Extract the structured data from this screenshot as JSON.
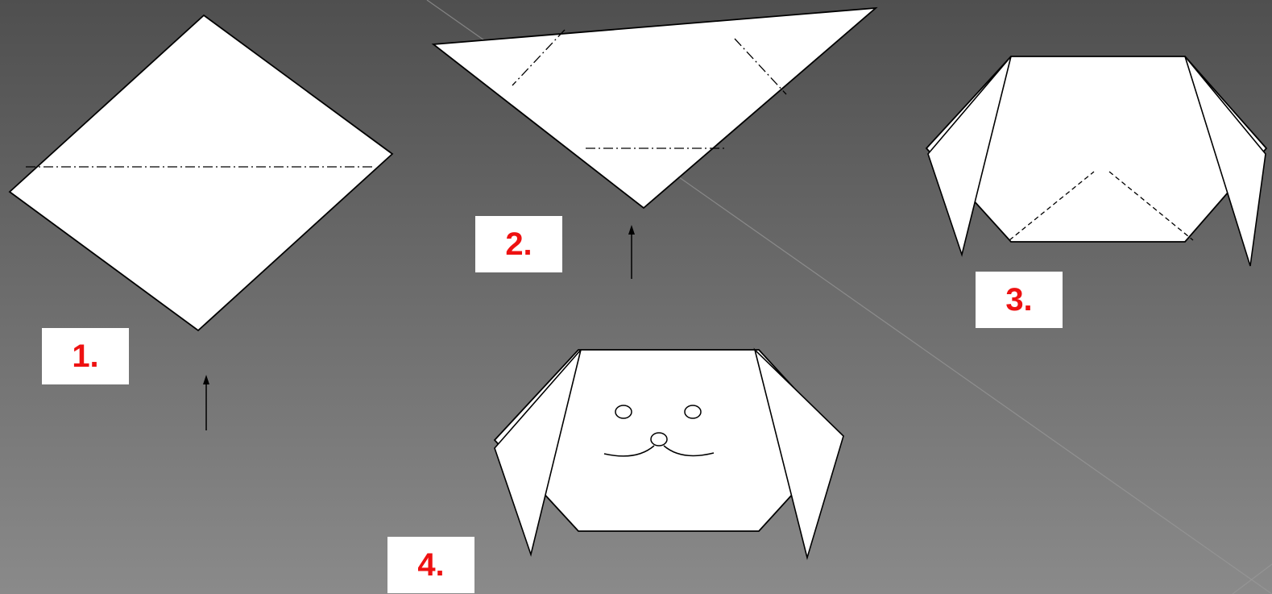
{
  "colors": {
    "background_top": "#4f4f4f",
    "background_bottom": "#8a8a8a",
    "paper": "#ffffff",
    "outline": "#000000",
    "step_label": "#ee1111"
  },
  "steps": [
    {
      "number": "1.",
      "shape": "diamond with horizontal dash-dot fold line",
      "arrow": "up"
    },
    {
      "number": "2.",
      "shape": "triangle with two corner fold lines and a bottom fold line",
      "arrow": "up"
    },
    {
      "number": "3.",
      "shape": "folded head with ears and dashed chin fold"
    },
    {
      "number": "4.",
      "shape": "finished dog face with eyes, nose and mouth"
    }
  ]
}
